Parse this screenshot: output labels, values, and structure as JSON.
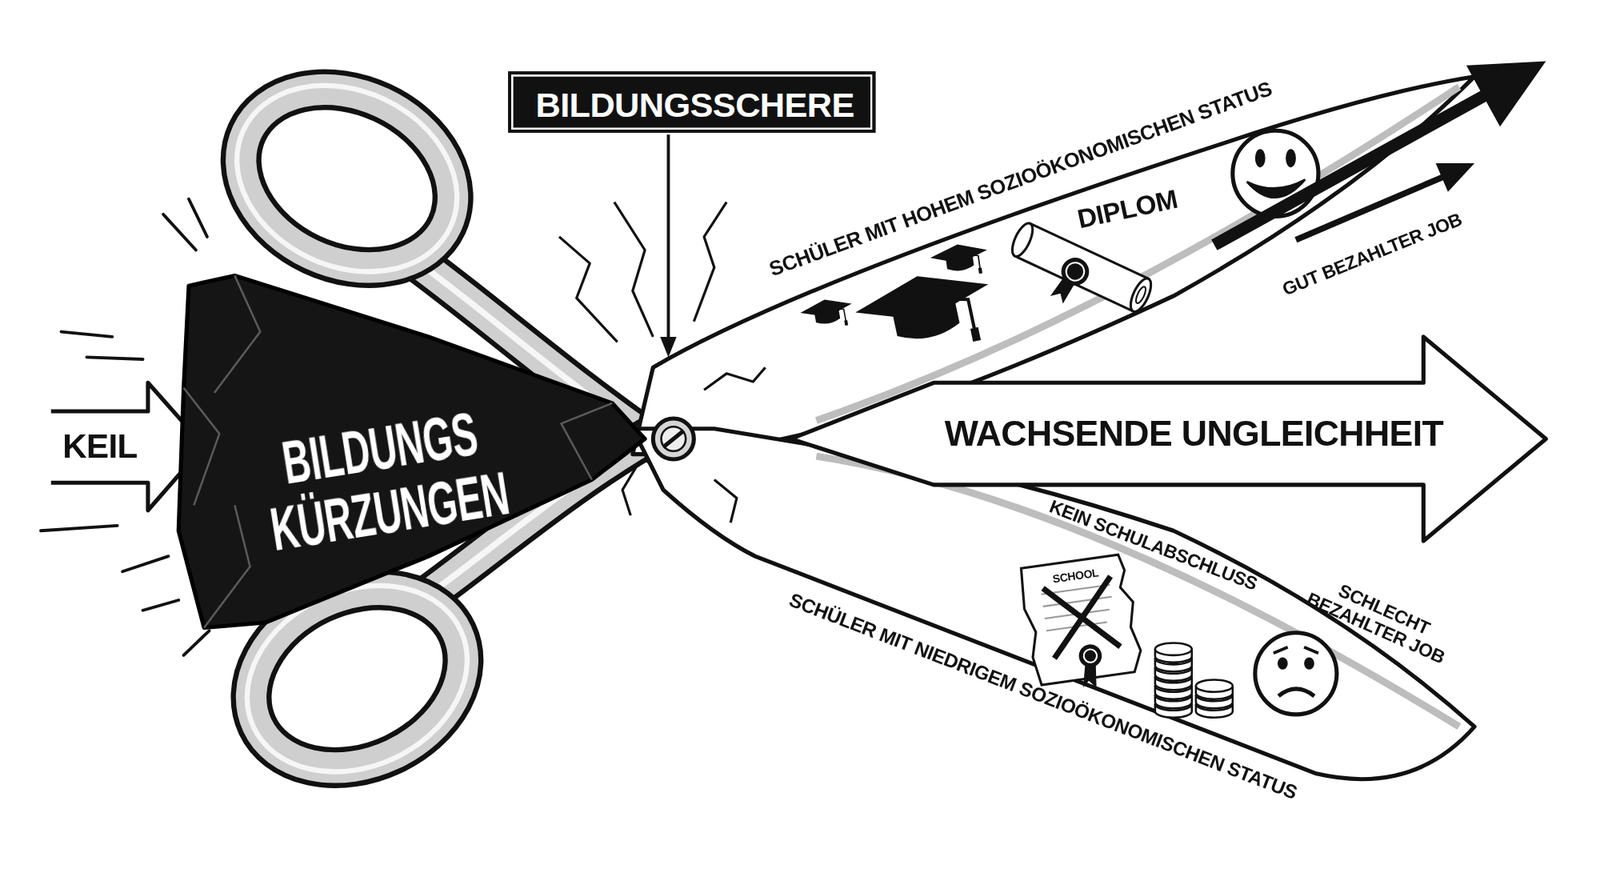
{
  "diagram": {
    "nodes": [
      {
        "text": [
          "BILDUNGSSCHERE"
        ]
      },
      {
        "text": [
          "KEIL"
        ]
      },
      {
        "text": [
          "BILDUNGS KÜRZUNGEN"
        ]
      },
      {
        "text": [
          "WACHSENDE UNGLEICHHEIT"
        ]
      }
    ],
    "labels": [
      "SCHÜLER MIT HOHEM SOZIOÖKONOMISCHEN STATUS",
      "DIPLOM",
      "GUT BEZAHLTER JOB",
      "KEIN SCHULABSCHLUSS",
      "SCHLECHT BEZAHLTER JOB",
      "SCHOOL",
      "SCHÜLER MIT NIEDRIGEM SOZIOÖKONOMISCHEN STATUS"
    ]
  }
}
